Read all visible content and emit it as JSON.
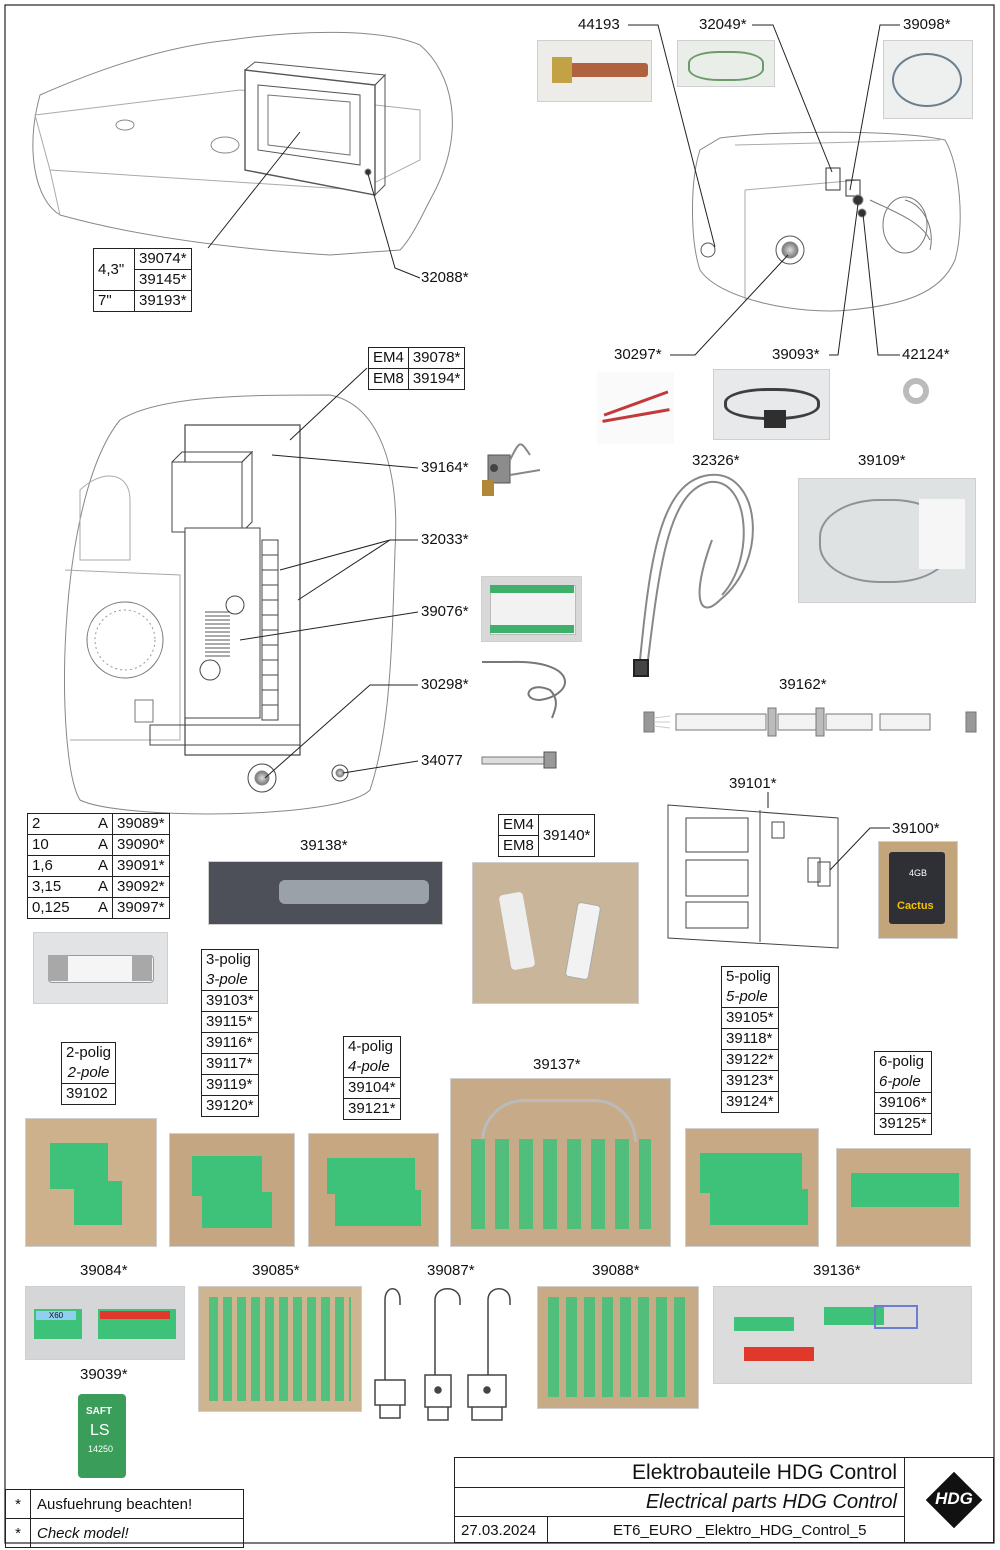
{
  "callouts": {
    "c32088": "32088*",
    "c44193": "44193",
    "c32049": "32049*",
    "c39098": "39098*",
    "c30297": "30297*",
    "c39093": "39093*",
    "c42124": "42124*",
    "c39164": "39164*",
    "c32033": "32033*",
    "c39076": "39076*",
    "c30298": "30298*",
    "c34077": "34077",
    "c32326": "32326*",
    "c39109": "39109*",
    "c39162": "39162*",
    "c39138": "39138*",
    "c39101": "39101*",
    "c39100": "39100*",
    "c39137": "39137*",
    "c39084": "39084*",
    "c39085": "39085*",
    "c39087": "39087*",
    "c39088": "39088*",
    "c39136": "39136*",
    "c39039": "39039*"
  },
  "display_table": {
    "size_43": "4,3\"",
    "p1": "39074*",
    "p2": "39145*",
    "size_7": "7\"",
    "p3": "39193*"
  },
  "em_table": {
    "em4": "EM4",
    "em4_part": "39078*",
    "em8": "EM8",
    "em8_part": "39194*"
  },
  "fuse_table": {
    "rows": [
      {
        "val": "2",
        "unit": "A",
        "part": "39089*"
      },
      {
        "val": "10",
        "unit": "A",
        "part": "39090*"
      },
      {
        "val": "1,6",
        "unit": "A",
        "part": "39091*"
      },
      {
        "val": "3,15",
        "unit": "A",
        "part": "39092*"
      },
      {
        "val": "0,125",
        "unit": "A",
        "part": "39097*"
      }
    ]
  },
  "em_fuse_table": {
    "em4": "EM4",
    "em8": "EM8",
    "part": "39140*"
  },
  "pole2": {
    "de": "2-polig",
    "en": "2-pole",
    "parts": [
      "39102"
    ]
  },
  "pole3": {
    "de": "3-polig",
    "en": "3-pole",
    "parts": [
      "39103*",
      "39115*",
      "39116*",
      "39117*",
      "39119*",
      "39120*"
    ]
  },
  "pole4": {
    "de": "4-polig",
    "en": "4-pole",
    "parts": [
      "39104*",
      "39121*"
    ]
  },
  "pole5": {
    "de": "5-polig",
    "en": "5-pole",
    "parts": [
      "39105*",
      "39118*",
      "39122*",
      "39123*",
      "39124*"
    ]
  },
  "pole6": {
    "de": "6-polig",
    "en": "6-pole",
    "parts": [
      "39106*",
      "39125*"
    ]
  },
  "title_block": {
    "title_de": "Elektrobauteile HDG Control",
    "title_en": "Electrical  parts HDG Control",
    "date": "27.03.2024",
    "doc_id": "ET6_EURO _Elektro_HDG_Control_5",
    "logo": "HDG"
  },
  "legend": {
    "star1": "*",
    "de": "Ausfuehrung beachten!",
    "star2": "*",
    "en": "Check model!"
  },
  "photo_texts": {
    "battery_brand": "SAFT",
    "battery_model": "LS",
    "battery_num": "14250",
    "sd_brand": "Cactus",
    "sd_size": "4GB",
    "x60": "X60"
  },
  "colors": {
    "connector_green": "#3ec27a",
    "connector_dark": "#24925a",
    "wood": "#c9aa86",
    "line": "#222222"
  }
}
